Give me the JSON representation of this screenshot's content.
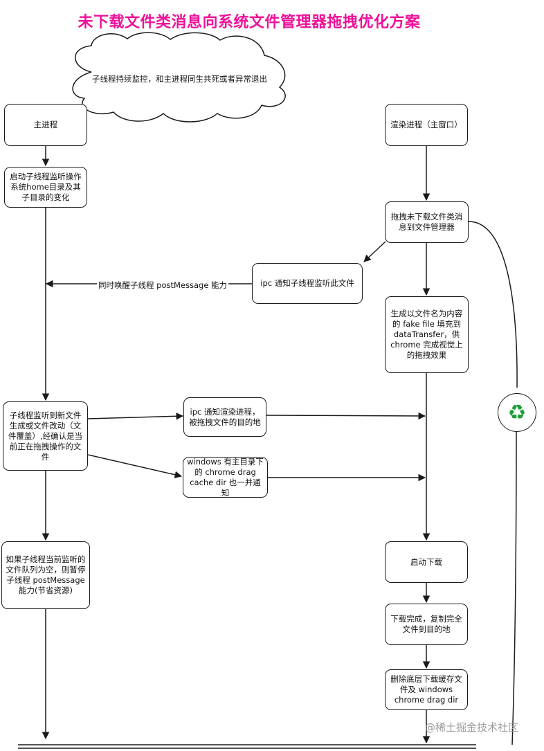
{
  "title": "未下载文件类消息向系统文件管理器拖拽优化方案",
  "cloud": "子线程持续监控，和主进程同生共死或者异常退出",
  "nodes": {
    "main_process": "主进程",
    "start_thread": "启动子线程监听操作系统home目录及其子目录的变化",
    "thread_detect": "子线程监听到新文件生成或文件改动（文件覆盖）,经确认是当前正在拖拽操作的文件",
    "pause_thread": "如果子线程当前监听的文件队列为空，则暂停子线程 postMessage 能力(节省资源)",
    "renderer": "渲染进程（主窗口）",
    "drag_msg": "拖拽未下载文件类消息到文件管理器",
    "ipc_notify": "ipc 通知子线程监听此文件",
    "fake_file": "生成以文件名为内容的 fake file 填充到 dataTransfer，供 chrome 完成视觉上的拖拽效果",
    "ipc_render": "ipc 通知渲染进程，被拖拽文件的目的地",
    "windows_cache": "windows 有主目录下的 chrome drag cache dir 也一并通知",
    "start_download": "启动下载",
    "download_done": "下载完成，复制完全文件到目的地",
    "delete_cache": "删除底层下载缓存文件及 windows chrome drag dir"
  },
  "edge_label": "同时唤醒子线程 postMessage 能力",
  "recycle_icon": "recycle-icon",
  "recycle_symbol": "♻",
  "watermark": "@稀土掘金技术社区",
  "colors": {
    "title": "#ee1199",
    "stroke": "#1a1a1a",
    "recycle": "#1e9e3a"
  }
}
